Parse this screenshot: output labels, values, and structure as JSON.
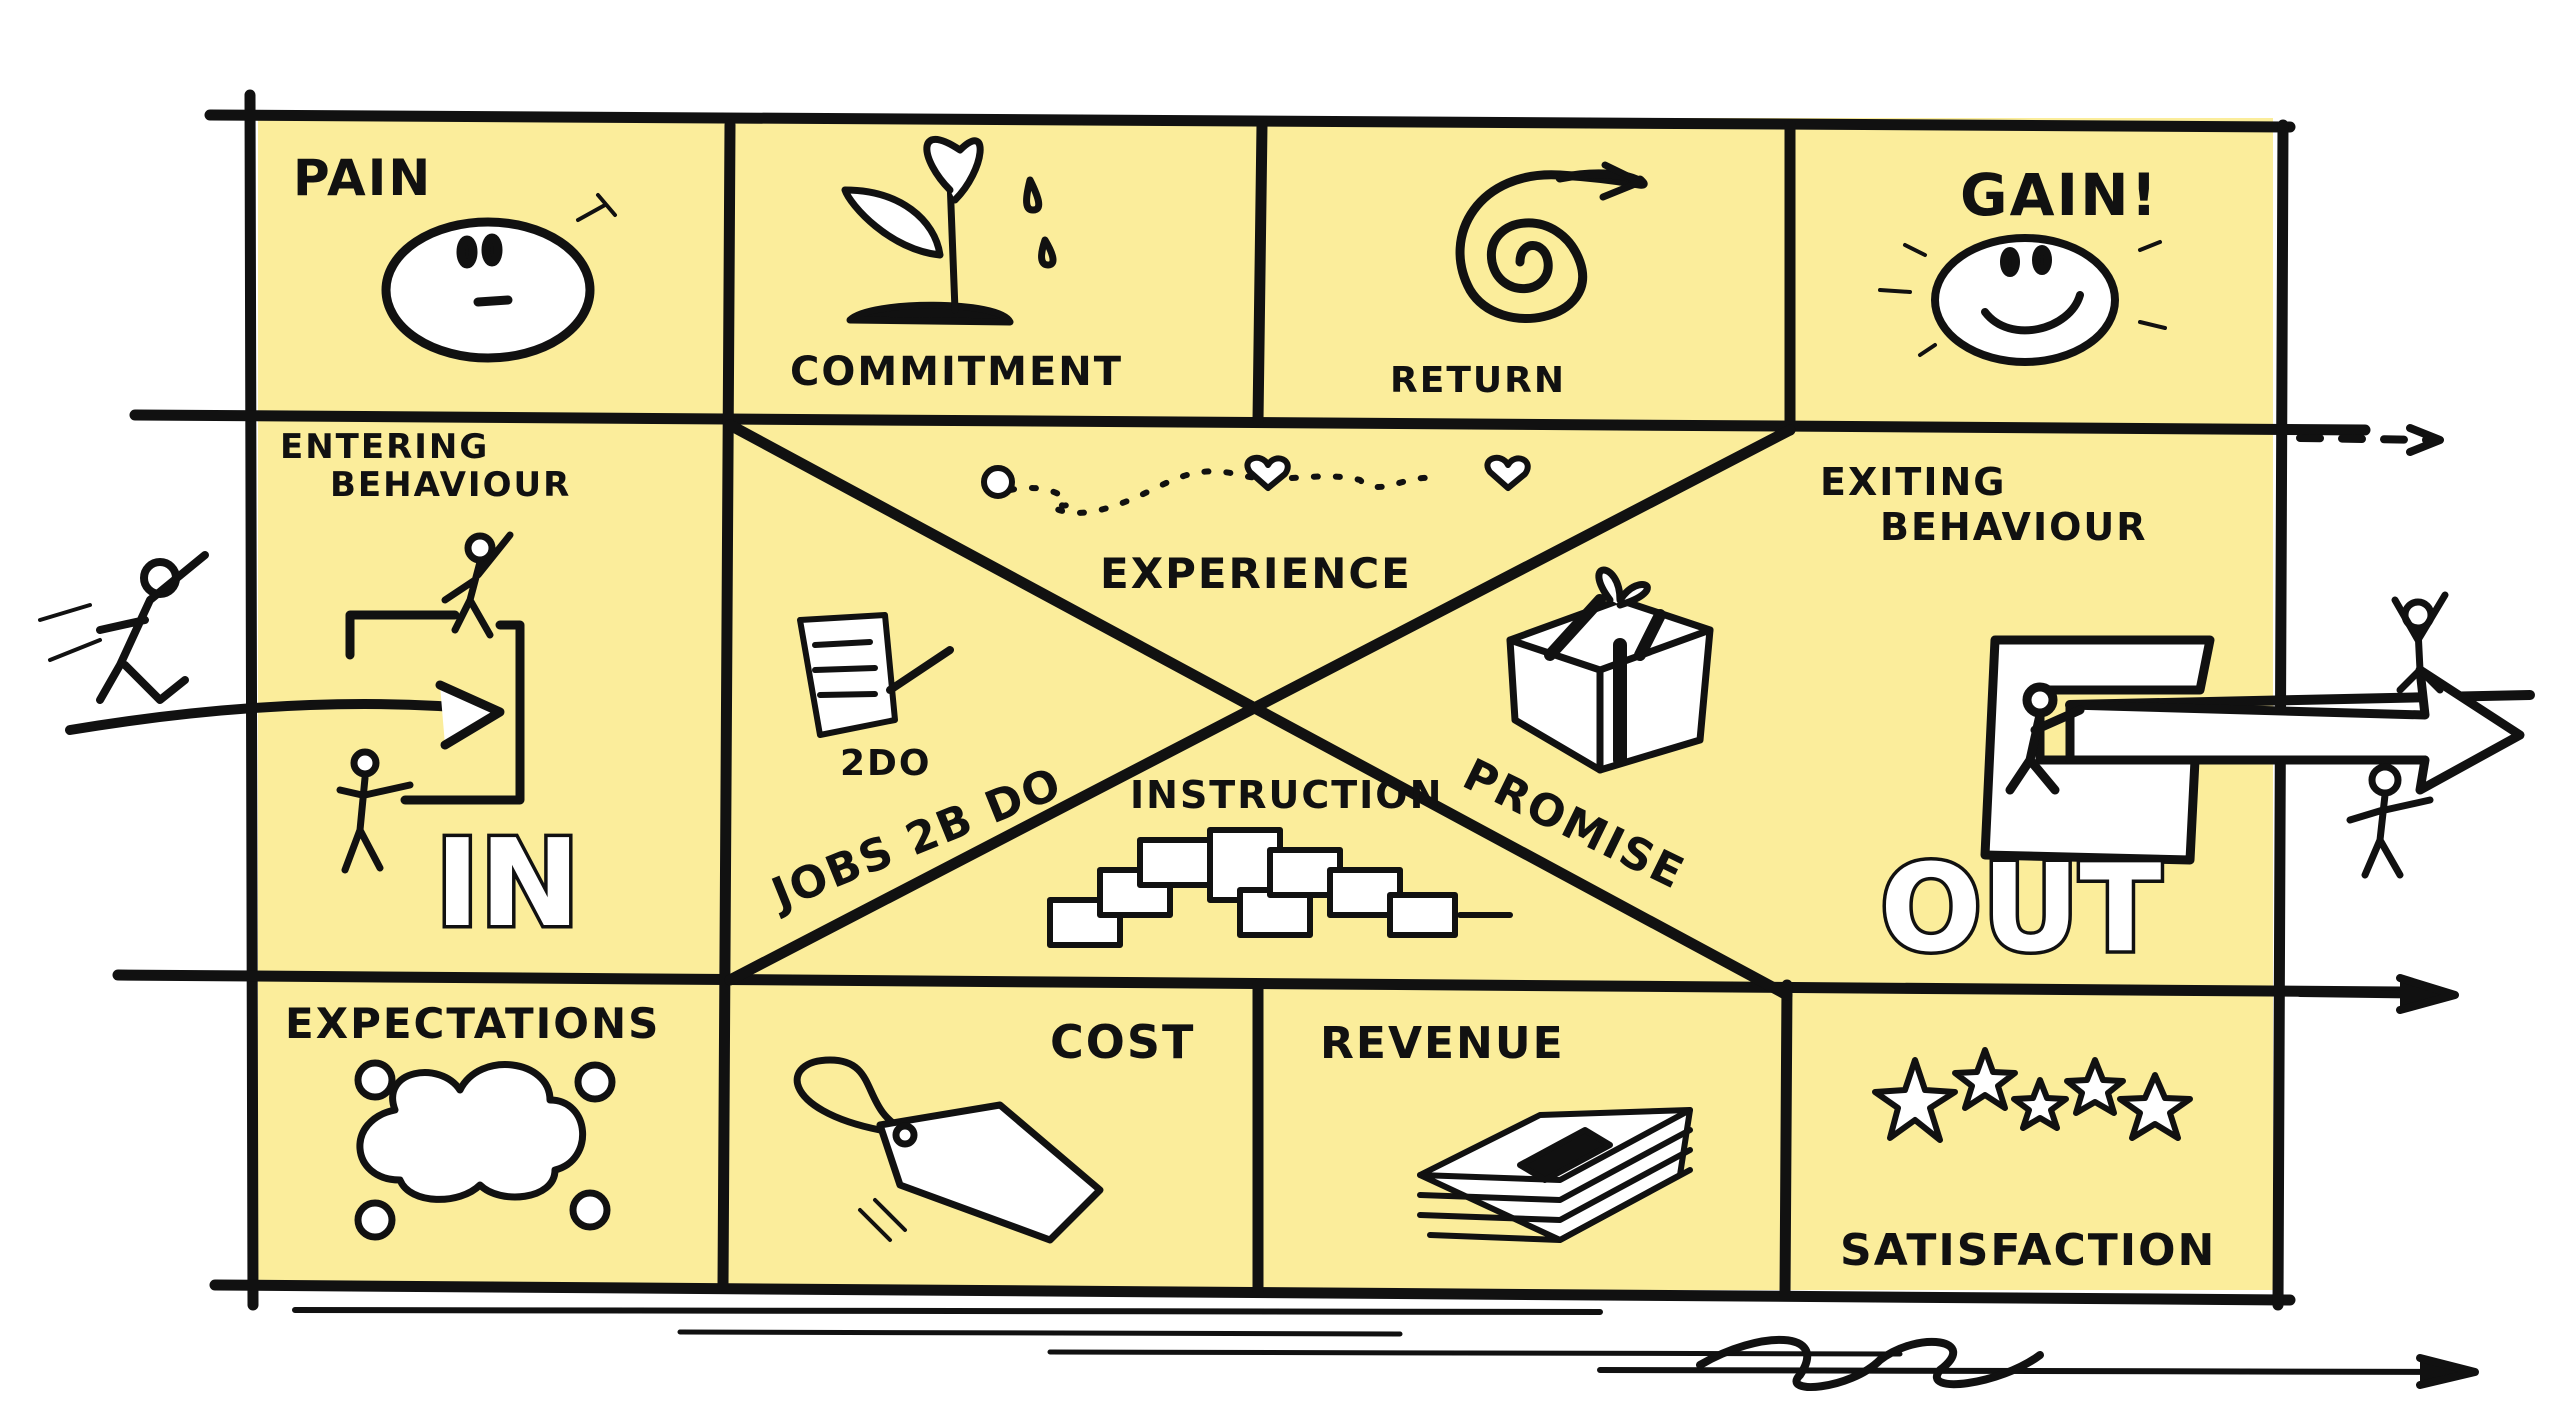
{
  "canvas": {
    "labels": {
      "pain": "PAIN",
      "commitment": "COMMITMENT",
      "return": "RETURN",
      "gain": "GAIN!",
      "entering": "ENTERING",
      "behaviour_in": "BEHAVIOUR",
      "experience": "EXPERIENCE",
      "exiting": "EXITING",
      "behaviour_out": "BEHAVIOUR",
      "todo": "2DO",
      "jobs": "JOBS 2B DO",
      "instruction": "INSTRUCTION",
      "promise": "PROMISE",
      "in": "IN",
      "out": "OUT",
      "expectations": "EXPECTATIONS",
      "cost": "COST",
      "revenue": "REVENUE",
      "satisfaction": "SATISFACTION"
    },
    "colors": {
      "panel": "#fbed9b",
      "ink": "#111111"
    },
    "icons": [
      "sad-face-icon",
      "plant-icon",
      "spiral-icon",
      "smiley-sun-icon",
      "person-icon",
      "door-in-icon",
      "path-hearts-icon",
      "todo-list-icon",
      "gift-icon",
      "cards-icon",
      "door-out-icon",
      "cloud-icon",
      "price-tag-icon",
      "money-stack-icon",
      "stars-icon"
    ]
  }
}
